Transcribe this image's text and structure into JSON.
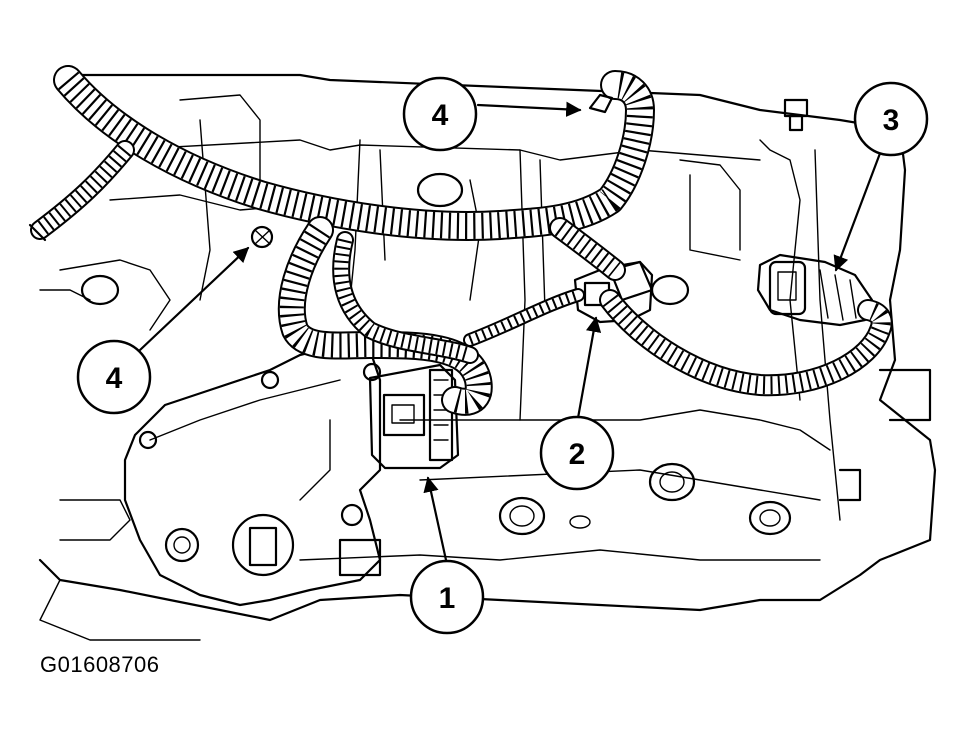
{
  "figure_id": "G01608706",
  "callouts": [
    {
      "label": "1"
    },
    {
      "label": "2"
    },
    {
      "label": "3"
    },
    {
      "label": "4"
    },
    {
      "label": "4"
    }
  ],
  "colors": {
    "line": "#000000",
    "background": "#ffffff"
  }
}
